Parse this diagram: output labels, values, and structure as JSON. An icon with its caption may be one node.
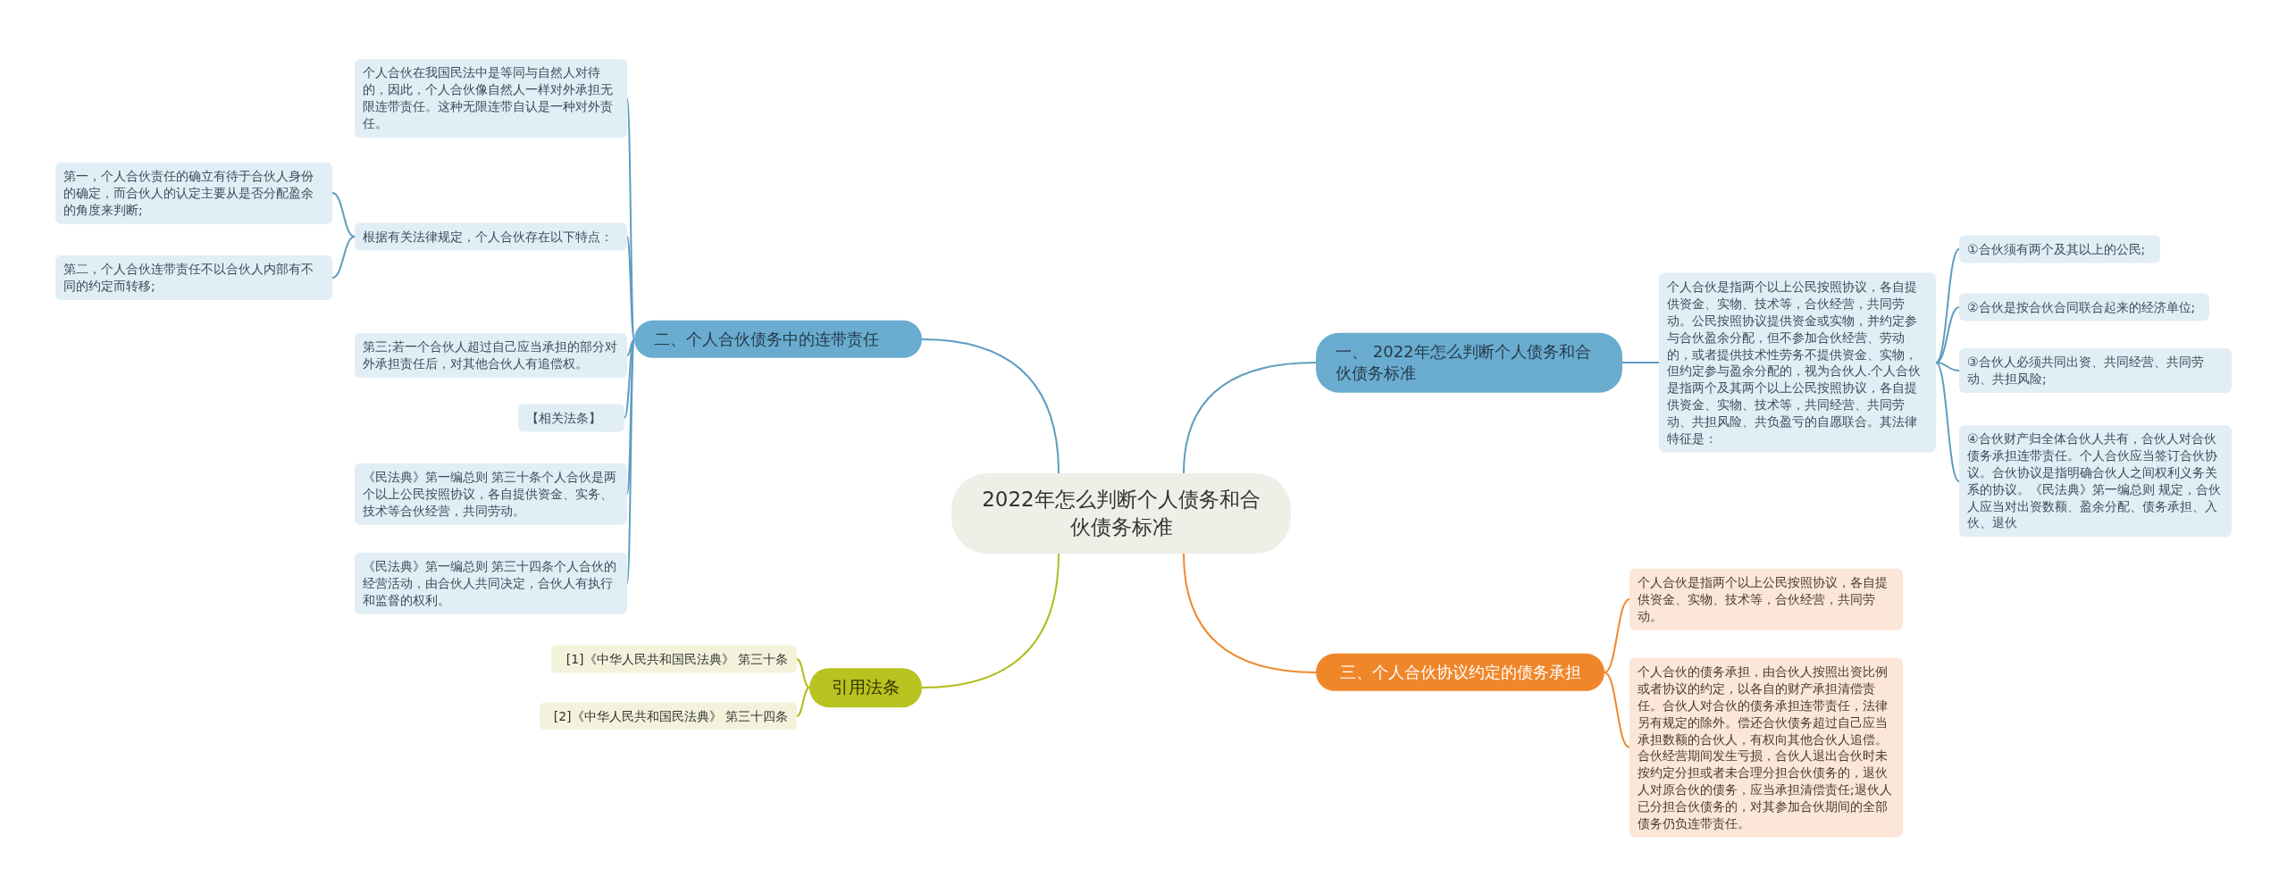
{
  "diagram": {
    "nodes": [
      {
        "text": [
          "2022年怎么判断个人债务和合伙债务标准"
        ]
      },
      {
        "text": [
          "一、 2022年怎么判断个人债务和合伙债务标准"
        ]
      },
      {
        "text": [
          "个人合伙是指两个以上公民按照协议，各自提供资金、实物、技术等，合伙经营，共同劳动。公民按照协议提供资金或实物，并约定参与合伙盈余分配，但不参加合伙经营、劳动的，或者提供技术性劳务不提供资金、实物，但约定参与盈余分配的，视为合伙人.个人合伙是指两个及其两个以上公民按照协议，各自提供资金、实物、技术等，共同经营、共同劳动、共担风险、共负盈亏的自愿联合。其法律特征是："
        ]
      },
      {
        "text": [
          "①合伙须有两个及其以上的公民;"
        ]
      },
      {
        "text": [
          "②合伙是按合伙合同联合起来的经济单位;"
        ]
      },
      {
        "text": [
          "③合伙人必须共同出资、共同经营、共同劳动、共担风险;"
        ]
      },
      {
        "text": [
          "④合伙财产归全体合伙人共有，合伙人对合伙债务承担连带责任。个人合伙应当签订合伙协议。合伙协议是指明确合伙人之间权利义务关系的协议。《民法典》第一编总则 规定，合伙人应当对出资数额、盈余分配、债务承担、入伙、退伙"
        ]
      },
      {
        "text": [
          "三、个人合伙协议约定的债务承担"
        ]
      },
      {
        "text": [
          "个人合伙是指两个以上公民按照协议，各自提供资金、实物、技术等，合伙经营，共同劳动。"
        ]
      },
      {
        "text": [
          "个人合伙的债务承担，由合伙人按照出资比例或者协议的约定，以各自的财产承担清偿责任。合伙人对合伙的债务承担连带责任，法律另有规定的除外。偿还合伙债务超过自己应当承担数额的合伙人，有权向其他合伙人追偿。合伙经营期间发生亏损，合伙人退出合伙时未按约定分担或者未合理分担合伙债务的，退伙人对原合伙的债务，应当承担清偿责任;退伙人已分担合伙债务的，对其参加合伙期间的全部债务仍负连带责任。"
        ]
      },
      {
        "text": [
          "二、个人合伙债务中的连带责任"
        ]
      },
      {
        "text": [
          "个人合伙在我国民法中是等同与自然人对待的，因此，个人合伙像自然人一样对外承担无限连带责任。这种无限连带自认是一种对外责任。"
        ]
      },
      {
        "text": [
          "根据有关法律规定，个人合伙存在以下特点："
        ]
      },
      {
        "text": [
          "第一，个人合伙责任的确立有待于合伙人身份的确定，而合伙人的认定主要从是否分配盈余的角度来判断;"
        ]
      },
      {
        "text": [
          "第二，个人合伙连带责任不以合伙人内部有不同的约定而转移;"
        ]
      },
      {
        "text": [
          "第三;若一个合伙人超过自己应当承担的部分对外承担责任后，对其他合伙人有追偿权。"
        ]
      },
      {
        "text": [
          "【相关法条】"
        ]
      },
      {
        "text": [
          "《民法典》第一编总则 第三十条个人合伙是两个以上公民按照协议，各自提供资金、实务、技术等合伙经营，共同劳动。"
        ]
      },
      {
        "text": [
          "《民法典》第一编总则 第三十四条个人合伙的经营活动，由合伙人共同决定，合伙人有执行和监督的权利。"
        ]
      },
      {
        "text": [
          "引用法条"
        ]
      },
      {
        "text": [
          "[1]《中华人民共和国民法典》 第三十条"
        ]
      },
      {
        "text": [
          "[2]《中华人民共和国民法典》 第三十四条"
        ]
      }
    ],
    "edges": [
      {
        "from": 0,
        "to": 1,
        "arrow": "none"
      },
      {
        "from": 1,
        "to": 2,
        "arrow": "none"
      },
      {
        "from": 2,
        "to": 3,
        "arrow": "none"
      },
      {
        "from": 2,
        "to": 4,
        "arrow": "none"
      },
      {
        "from": 2,
        "to": 5,
        "arrow": "none"
      },
      {
        "from": 2,
        "to": 6,
        "arrow": "none"
      },
      {
        "from": 0,
        "to": 7,
        "arrow": "none",
        "color": "#ee8a2e"
      },
      {
        "from": 7,
        "to": 8,
        "arrow": "none",
        "color": "#ee8a2e"
      },
      {
        "from": 7,
        "to": 9,
        "arrow": "none",
        "color": "#ee8a2e"
      },
      {
        "from": 0,
        "to": 10,
        "arrow": "none"
      },
      {
        "from": 10,
        "to": 11,
        "arrow": "none"
      },
      {
        "from": 10,
        "to": 12,
        "arrow": "none"
      },
      {
        "from": 12,
        "to": 13,
        "arrow": "none"
      },
      {
        "from": 12,
        "to": 14,
        "arrow": "none"
      },
      {
        "from": 10,
        "to": 15,
        "arrow": "none"
      },
      {
        "from": 10,
        "to": 16,
        "arrow": "none"
      },
      {
        "from": 10,
        "to": 17,
        "arrow": "none"
      },
      {
        "from": 10,
        "to": 18,
        "arrow": "none"
      },
      {
        "from": 0,
        "to": 19,
        "arrow": "none",
        "color": "#b3bc1e"
      },
      {
        "from": 19,
        "to": 20,
        "arrow": "none",
        "color": "#b3bc1e"
      },
      {
        "from": 19,
        "to": 21,
        "arrow": "none",
        "color": "#b3bc1e"
      }
    ]
  }
}
